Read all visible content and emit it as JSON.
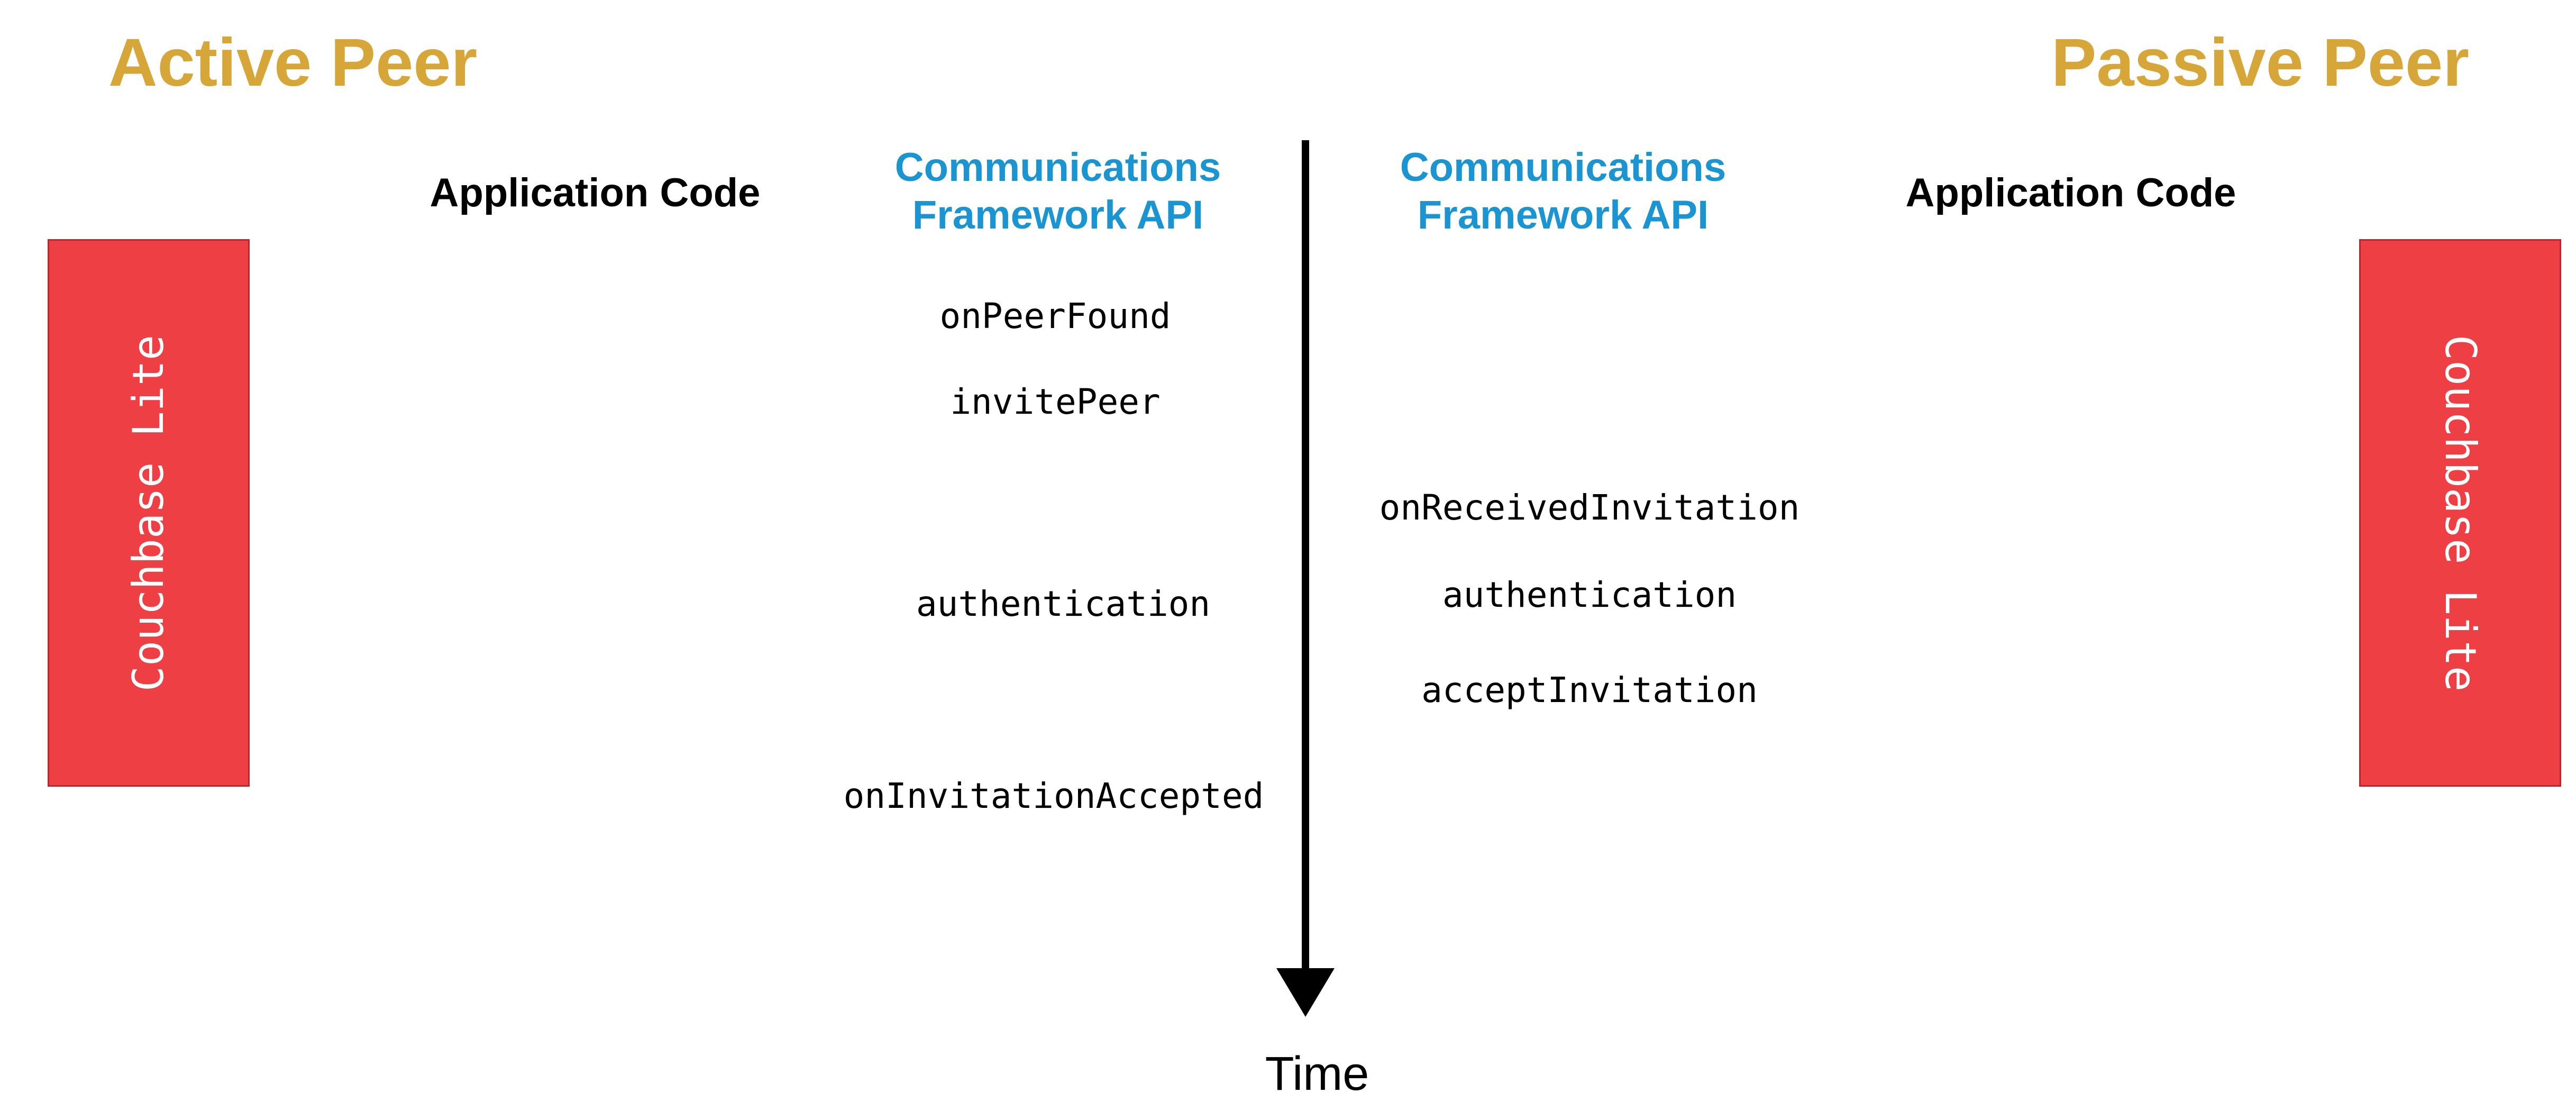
{
  "active_peer": {
    "title": "Active Peer",
    "application_code": "Application Code",
    "framework_api": [
      "Communications",
      "Framework API"
    ],
    "couchbase_lite": "Couchbase Lite",
    "calls": [
      "onPeerFound",
      "invitePeer",
      "authentication",
      "onInvitationAccepted"
    ]
  },
  "passive_peer": {
    "title": "Passive Peer",
    "application_code": "Application Code",
    "framework_api": [
      "Communications",
      "Framework API"
    ],
    "couchbase_lite": "Couchbase Lite",
    "calls": [
      "onReceivedInvitation",
      "authentication",
      "acceptInvitation"
    ]
  },
  "timeline": {
    "label": "Time"
  },
  "colors": {
    "peer_title": "#d6a738",
    "framework_api": "#1a95d1",
    "couchbase_box": "#ee4044"
  }
}
